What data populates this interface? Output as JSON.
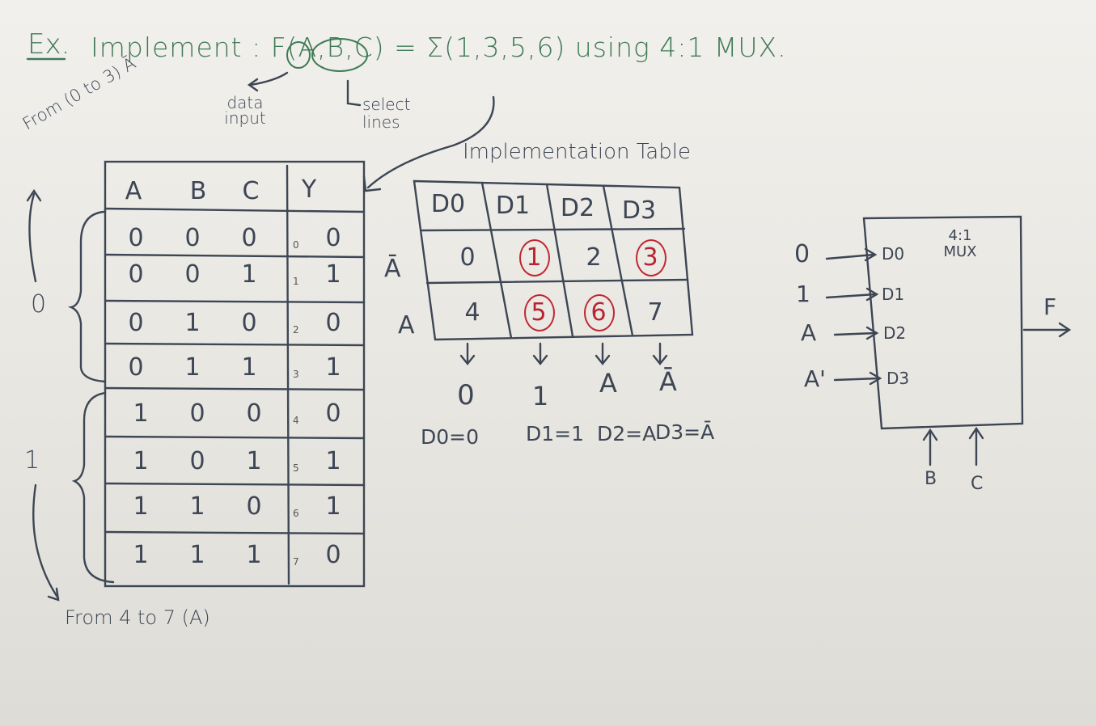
{
  "title": {
    "ex": "Ex.",
    "text": "Implement : F(A,B,C) = Σ(1,3,5,6) using 4:1 MUX."
  },
  "notes": {
    "data_input": "data input",
    "select_lines": "select lines",
    "from_0_3": "From (0 to 3) Ā",
    "from_4_7": "From 4 to 7 (A)",
    "group0": "0",
    "group1": "1"
  },
  "truth_table": {
    "headers": [
      "A",
      "B",
      "C",
      "Y"
    ],
    "rows": [
      {
        "idx": "0",
        "a": "0",
        "b": "0",
        "c": "0",
        "y": "0"
      },
      {
        "idx": "1",
        "a": "0",
        "b": "0",
        "c": "1",
        "y": "1"
      },
      {
        "idx": "2",
        "a": "0",
        "b": "1",
        "c": "0",
        "y": "0"
      },
      {
        "idx": "3",
        "a": "0",
        "b": "1",
        "c": "1",
        "y": "1"
      },
      {
        "idx": "4",
        "a": "1",
        "b": "0",
        "c": "0",
        "y": "0"
      },
      {
        "idx": "5",
        "a": "1",
        "b": "0",
        "c": "1",
        "y": "1"
      },
      {
        "idx": "6",
        "a": "1",
        "b": "1",
        "c": "0",
        "y": "1"
      },
      {
        "idx": "7",
        "a": "1",
        "b": "1",
        "c": "1",
        "y": "0"
      }
    ]
  },
  "impl_table": {
    "title": "Implementation Table",
    "headers": [
      "D0",
      "D1",
      "D2",
      "D3"
    ],
    "row_labels": [
      "Ā",
      "A"
    ],
    "row_abar": [
      "0",
      "1",
      "2",
      "3"
    ],
    "row_a": [
      "4",
      "5",
      "6",
      "7"
    ],
    "circled": [
      "1",
      "3",
      "5",
      "6"
    ],
    "outputs": [
      "0",
      "1",
      "A",
      "Ā"
    ],
    "equations": [
      "D0=0",
      "D1=1",
      "D2=A",
      "D3=Ā"
    ]
  },
  "mux": {
    "label": "4:1 MUX",
    "inputs": [
      {
        "value": "0",
        "pin": "D0"
      },
      {
        "value": "1",
        "pin": "D1"
      },
      {
        "value": "A",
        "pin": "D2"
      },
      {
        "value": "A'",
        "pin": "D3"
      }
    ],
    "output": "F",
    "selects": [
      "B",
      "C"
    ]
  },
  "colors": {
    "ink": "#3d4654",
    "green": "#3f7a55",
    "red": "#b8232f",
    "paper": "#eceae5"
  }
}
